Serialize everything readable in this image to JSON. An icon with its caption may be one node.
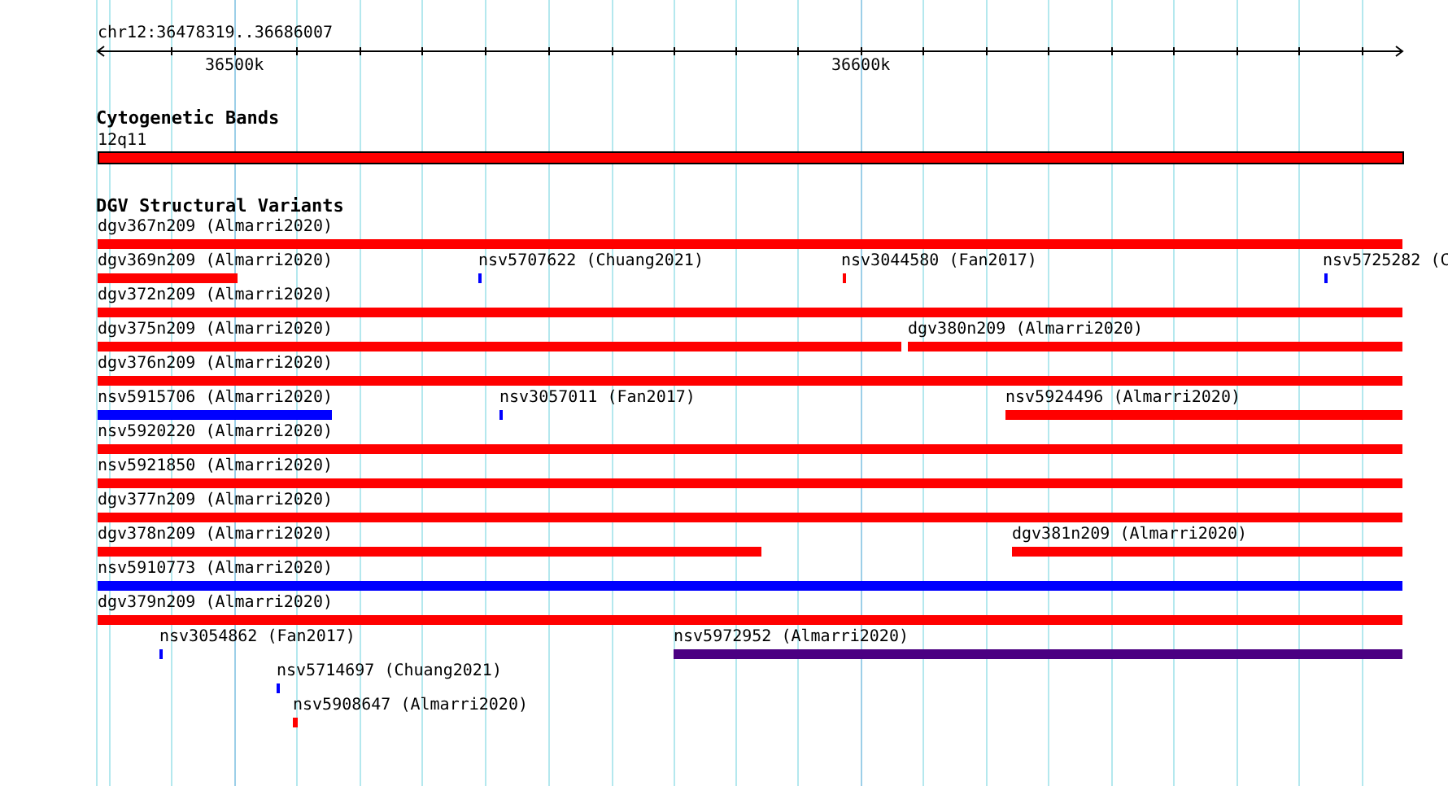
{
  "diagram": {
    "labels": [
      "chr12:36478319..36686007",
      "36500k",
      "36600k",
      "Cytogenetic Bands",
      "12q11",
      "DGV Structural Variants",
      "dgv367n209 (Almarri2020)",
      "dgv369n209 (Almarri2020)",
      "nsv5707622 (Chuang2021)",
      "nsv3044580 (Fan2017)",
      "nsv5725282 (C",
      "dgv372n209 (Almarri2020)",
      "dgv375n209 (Almarri2020)",
      "dgv380n209 (Almarri2020)",
      "dgv376n209 (Almarri2020)",
      "nsv5915706 (Almarri2020)",
      "nsv3057011 (Fan2017)",
      "nsv5924496 (Almarri2020)",
      "nsv5920220 (Almarri2020)",
      "nsv5921850 (Almarri2020)",
      "dgv377n209 (Almarri2020)",
      "dgv378n209 (Almarri2020)",
      "dgv381n209 (Almarri2020)",
      "nsv5910773 (Almarri2020)",
      "dgv379n209 (Almarri2020)",
      "nsv3054862 (Fan2017)",
      "nsv5972952 (Almarri2020)",
      "nsv5714697 (Chuang2021)",
      "nsv5908647 (Almarri2020)"
    ]
  }
}
